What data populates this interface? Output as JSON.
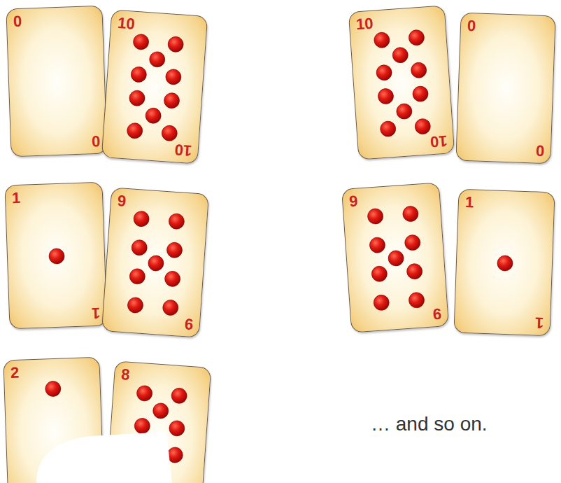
{
  "diagram": {
    "nodes": [
      {
        "text": [
          "0",
          "0"
        ]
      },
      {
        "text": [
          "10",
          "10"
        ]
      },
      {
        "text": [
          "10",
          "10"
        ]
      },
      {
        "text": [
          "0",
          "0"
        ]
      },
      {
        "text": [
          "1",
          "1"
        ]
      },
      {
        "text": [
          "9",
          "9"
        ]
      },
      {
        "text": [
          "9",
          "9"
        ]
      },
      {
        "text": [
          "1",
          "1"
        ]
      },
      {
        "text": [
          "2"
        ]
      },
      {
        "text": [
          "8"
        ]
      }
    ],
    "labels": [
      "… and so on."
    ]
  }
}
